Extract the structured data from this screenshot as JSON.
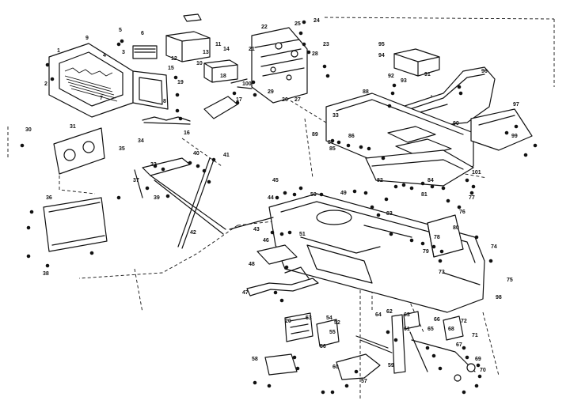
{
  "diagram": {
    "callouts": [
      {
        "id": "c1",
        "text": "1"
      },
      {
        "id": "c2",
        "text": "2"
      },
      {
        "id": "c3",
        "text": "3"
      },
      {
        "id": "c4",
        "text": "4"
      },
      {
        "id": "c5",
        "text": "5"
      },
      {
        "id": "c6",
        "text": "6"
      },
      {
        "id": "c7",
        "text": "7"
      },
      {
        "id": "c8",
        "text": "8"
      },
      {
        "id": "c9",
        "text": "9"
      },
      {
        "id": "c10",
        "text": "10"
      },
      {
        "id": "c11",
        "text": "11"
      },
      {
        "id": "c12",
        "text": "12"
      },
      {
        "id": "c13",
        "text": "13"
      },
      {
        "id": "c14",
        "text": "14"
      },
      {
        "id": "c15",
        "text": "15"
      },
      {
        "id": "c16",
        "text": "16"
      },
      {
        "id": "c17",
        "text": "17"
      },
      {
        "id": "c18",
        "text": "18"
      },
      {
        "id": "c19",
        "text": "19"
      },
      {
        "id": "c20",
        "text": "20"
      },
      {
        "id": "c21",
        "text": "21"
      },
      {
        "id": "c22",
        "text": "22"
      },
      {
        "id": "c23",
        "text": "23"
      },
      {
        "id": "c24",
        "text": "24"
      },
      {
        "id": "c25",
        "text": "25"
      },
      {
        "id": "c26",
        "text": "26"
      },
      {
        "id": "c27",
        "text": "27"
      },
      {
        "id": "c28",
        "text": "28"
      },
      {
        "id": "c29",
        "text": "29"
      },
      {
        "id": "c30",
        "text": "30"
      },
      {
        "id": "c31",
        "text": "31"
      },
      {
        "id": "c32",
        "text": "32"
      },
      {
        "id": "c33",
        "text": "33"
      },
      {
        "id": "c34",
        "text": "34"
      },
      {
        "id": "c35",
        "text": "35"
      },
      {
        "id": "c36",
        "text": "36"
      },
      {
        "id": "c37",
        "text": "37"
      },
      {
        "id": "c38",
        "text": "38"
      },
      {
        "id": "c39",
        "text": "39"
      },
      {
        "id": "c40",
        "text": "40"
      },
      {
        "id": "c41",
        "text": "41"
      },
      {
        "id": "c42",
        "text": "42"
      },
      {
        "id": "c43",
        "text": "43"
      },
      {
        "id": "c44",
        "text": "44"
      },
      {
        "id": "c45",
        "text": "45"
      },
      {
        "id": "c46",
        "text": "46"
      },
      {
        "id": "c47",
        "text": "47"
      },
      {
        "id": "c48",
        "text": "48"
      },
      {
        "id": "c49",
        "text": "49"
      },
      {
        "id": "c50",
        "text": "50"
      },
      {
        "id": "c51",
        "text": "51"
      },
      {
        "id": "c52",
        "text": "52"
      },
      {
        "id": "c53",
        "text": "53"
      },
      {
        "id": "c54",
        "text": "54"
      },
      {
        "id": "c55",
        "text": "55"
      },
      {
        "id": "c56",
        "text": "56"
      },
      {
        "id": "c57",
        "text": "57"
      },
      {
        "id": "c58",
        "text": "58"
      },
      {
        "id": "c59",
        "text": "59"
      },
      {
        "id": "c60",
        "text": "60"
      },
      {
        "id": "c61",
        "text": "61"
      },
      {
        "id": "c62",
        "text": "62"
      },
      {
        "id": "c63",
        "text": "63"
      },
      {
        "id": "c64",
        "text": "64"
      },
      {
        "id": "c65",
        "text": "65"
      },
      {
        "id": "c66",
        "text": "66"
      },
      {
        "id": "c67",
        "text": "67"
      },
      {
        "id": "c68",
        "text": "68"
      },
      {
        "id": "c69",
        "text": "69"
      },
      {
        "id": "c70",
        "text": "70"
      },
      {
        "id": "c71",
        "text": "71"
      },
      {
        "id": "c72",
        "text": "72"
      },
      {
        "id": "c73",
        "text": "73"
      },
      {
        "id": "c74",
        "text": "74"
      },
      {
        "id": "c75",
        "text": "75"
      },
      {
        "id": "c76",
        "text": "76"
      },
      {
        "id": "c77",
        "text": "77"
      },
      {
        "id": "c78",
        "text": "78"
      },
      {
        "id": "c79",
        "text": "79"
      },
      {
        "id": "c80",
        "text": "80"
      },
      {
        "id": "c81",
        "text": "81"
      },
      {
        "id": "c82",
        "text": "82"
      },
      {
        "id": "c83",
        "text": "83"
      },
      {
        "id": "c84",
        "text": "84"
      },
      {
        "id": "c85",
        "text": "85"
      },
      {
        "id": "c86",
        "text": "86"
      },
      {
        "id": "c87",
        "text": "87"
      },
      {
        "id": "c88",
        "text": "88"
      },
      {
        "id": "c89",
        "text": "89"
      },
      {
        "id": "c90",
        "text": "90"
      },
      {
        "id": "c91",
        "text": "91"
      },
      {
        "id": "c92",
        "text": "92"
      },
      {
        "id": "c93",
        "text": "93"
      },
      {
        "id": "c94",
        "text": "94"
      },
      {
        "id": "c95",
        "text": "95"
      },
      {
        "id": "c96",
        "text": "96"
      },
      {
        "id": "c97",
        "text": "97"
      },
      {
        "id": "c98",
        "text": "98"
      },
      {
        "id": "c99",
        "text": "99"
      },
      {
        "id": "c100",
        "text": "100"
      },
      {
        "id": "c101",
        "text": "101"
      }
    ]
  }
}
